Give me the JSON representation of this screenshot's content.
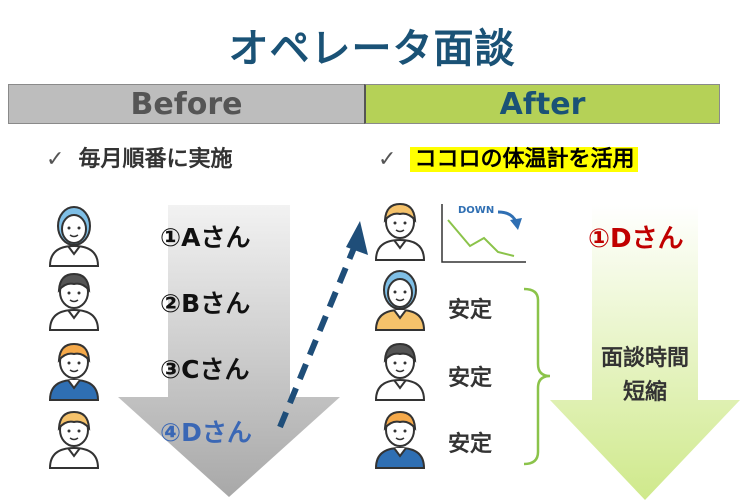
{
  "title": "オペレータ面談",
  "before": {
    "header": "Before",
    "check_mark": "✓",
    "subtitle": "毎月順番に実施",
    "items": [
      "①Aさん",
      "②Bさん",
      "③Cさん",
      "④Dさん"
    ]
  },
  "after": {
    "header": "After",
    "check_mark": "✓",
    "subtitle": "ココロの体温計を活用",
    "chart_label": "DOWN",
    "priority": "①Dさん",
    "stable": [
      "安定",
      "安定",
      "安定"
    ],
    "result_line1": "面談時間",
    "result_line2": "短縮"
  },
  "colors": {
    "title": "#1a5276",
    "before_bar": "#bdbdbd",
    "after_bar": "#b5d157",
    "highlight": "#ffff00",
    "priority_text": "#c00000",
    "dashed_arrow": "#1f4e79",
    "green_arrow": "#d9f0a3",
    "gray_arrow": "#c9c9c9"
  }
}
